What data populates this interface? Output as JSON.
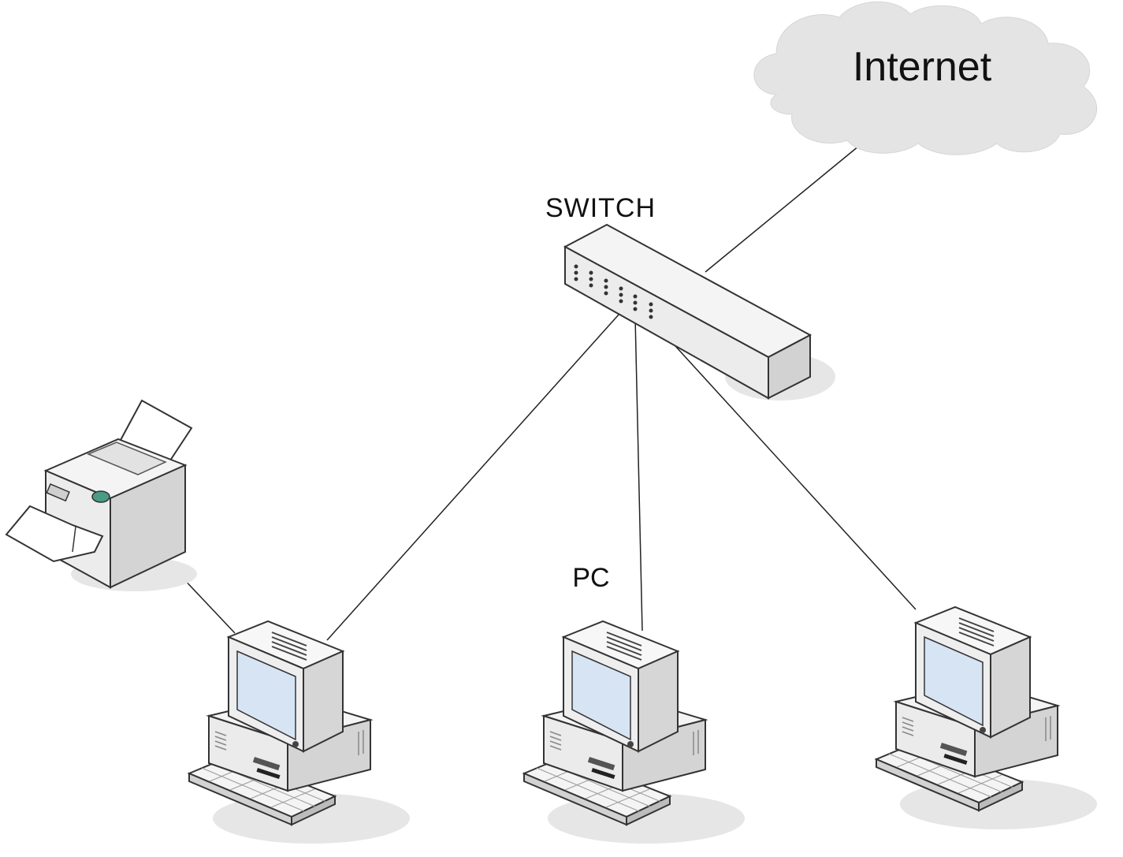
{
  "labels": {
    "internet": "Internet",
    "switch": "SWITCH",
    "pc": "PC"
  },
  "colors": {
    "background": "#ffffff",
    "cloud_fill": "#e4e4e4",
    "device_fill": "#f2f2f2",
    "device_shade": "#d6d6d6",
    "screen": "#d7e4f4",
    "link_line": "#222222",
    "shadow": "#e6e6e6",
    "printer_led": "#4a9a86"
  },
  "nodes": [
    {
      "id": "internet",
      "kind": "cloud",
      "label_key": "internet"
    },
    {
      "id": "switch",
      "kind": "switch",
      "label_key": "switch"
    },
    {
      "id": "printer",
      "kind": "printer-icon"
    },
    {
      "id": "pc-left",
      "kind": "computer-icon"
    },
    {
      "id": "pc-center",
      "kind": "computer-icon",
      "label_key": "pc"
    },
    {
      "id": "pc-right",
      "kind": "computer-icon"
    }
  ],
  "links": [
    {
      "from": "internet",
      "to": "switch"
    },
    {
      "from": "switch",
      "to": "pc-left"
    },
    {
      "from": "switch",
      "to": "pc-center"
    },
    {
      "from": "switch",
      "to": "pc-right"
    },
    {
      "from": "printer",
      "to": "pc-left"
    }
  ]
}
